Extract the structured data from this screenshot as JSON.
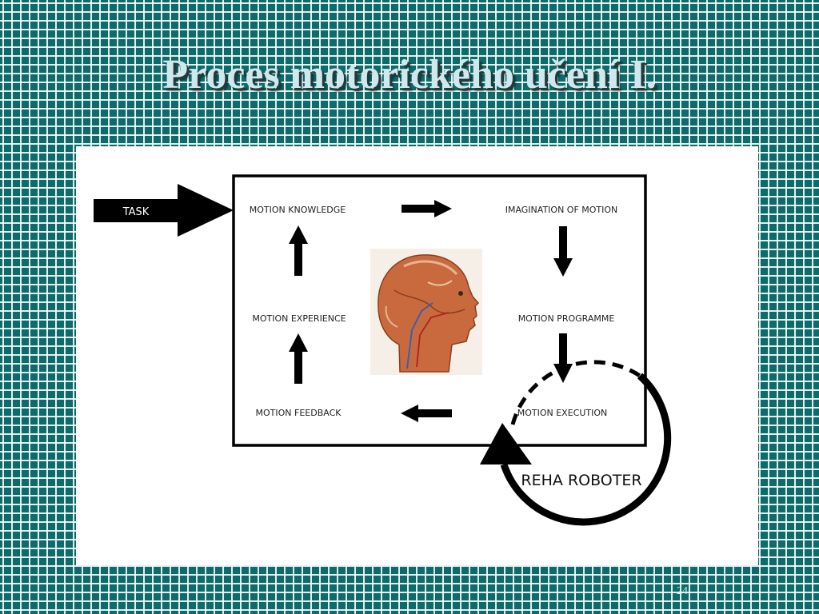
{
  "slide": {
    "title": "Proces motorického učení I.",
    "page_number": "24"
  },
  "diagram": {
    "input_label": "TASK",
    "nodes": {
      "motion_knowledge": "MOTION KNOWLEDGE",
      "imagination_of_motion": "IMAGINATION OF MOTION",
      "motion_programme": "MOTION PROGRAMME",
      "motion_execution": "MOTION EXECUTION",
      "motion_feedback": "MOTION FEEDBACK",
      "motion_experience": "MOTION EXPERIENCE"
    },
    "loop_label": "REHA ROBOTER",
    "center_image": "head-anatomy-illustration"
  },
  "colors": {
    "background": "#0d6b6b",
    "grid": "#ffffff",
    "title": "#cfe8ee",
    "panel": "#ffffff",
    "ink": "#000000",
    "skin": "#c96a3e"
  }
}
